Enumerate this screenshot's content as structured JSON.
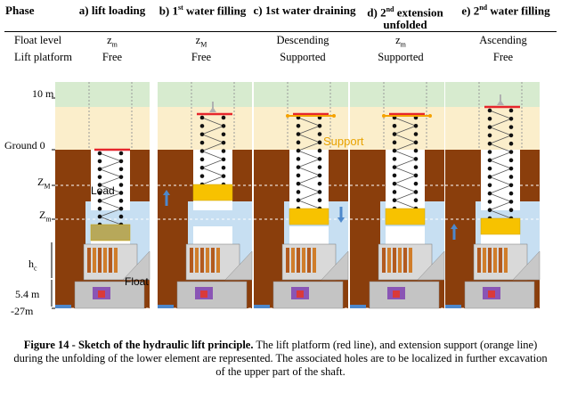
{
  "table": {
    "header": {
      "phase": "Phase",
      "a": "a) lift loading",
      "b_main": "b) 1",
      "b_sup": "st",
      "b_tail": " water filling",
      "c": "c) 1st water draining",
      "d_main": "d) 2",
      "d_sup": "nd",
      "d_tail": " extension",
      "d_line2": "unfolded",
      "e_main": "e) 2",
      "e_sup": "nd",
      "e_tail": " water filling"
    },
    "float_level": {
      "label": "Float level",
      "a": "z",
      "a_sub": "m",
      "b": "z",
      "b_sub": "M",
      "c": "Descending",
      "d": "z",
      "d_sub": "m",
      "e": "Ascending"
    },
    "lift_platform": {
      "label": "Lift platform",
      "a": "Free",
      "b": "Free",
      "c": "Supported",
      "d": "Supported",
      "e": "Free"
    }
  },
  "figure": {
    "labels": {
      "ten_m": "10 m",
      "ground": "Ground 0",
      "zM": "Z",
      "zM_sub": "M",
      "zm": "Z",
      "zm_sub": "m",
      "hc": "h",
      "hc_sub": "c",
      "five_four": "5.4 m",
      "minus27": "-27m",
      "support": "Support",
      "load": "Load",
      "float": "Float"
    },
    "colors": {
      "sky": "#d7ebcf",
      "upper_soil": "#fbeecb",
      "soil": "#8a3e0c",
      "water": "#c7dff2",
      "float": "#f7c200",
      "platform": "#e6262c",
      "support": "#f5a200",
      "arrow_up": "#4d88cc",
      "arrow_grey": "#b0b0b0"
    }
  },
  "caption": {
    "bold": "Figure 14 - Sketch of the hydraulic lift principle.",
    "text": " The lift platform (red line), and extension support (orange line) during the unfolding of the lower element are represented. The associated holes are to be localized in further excavation of the upper part of the shaft."
  }
}
